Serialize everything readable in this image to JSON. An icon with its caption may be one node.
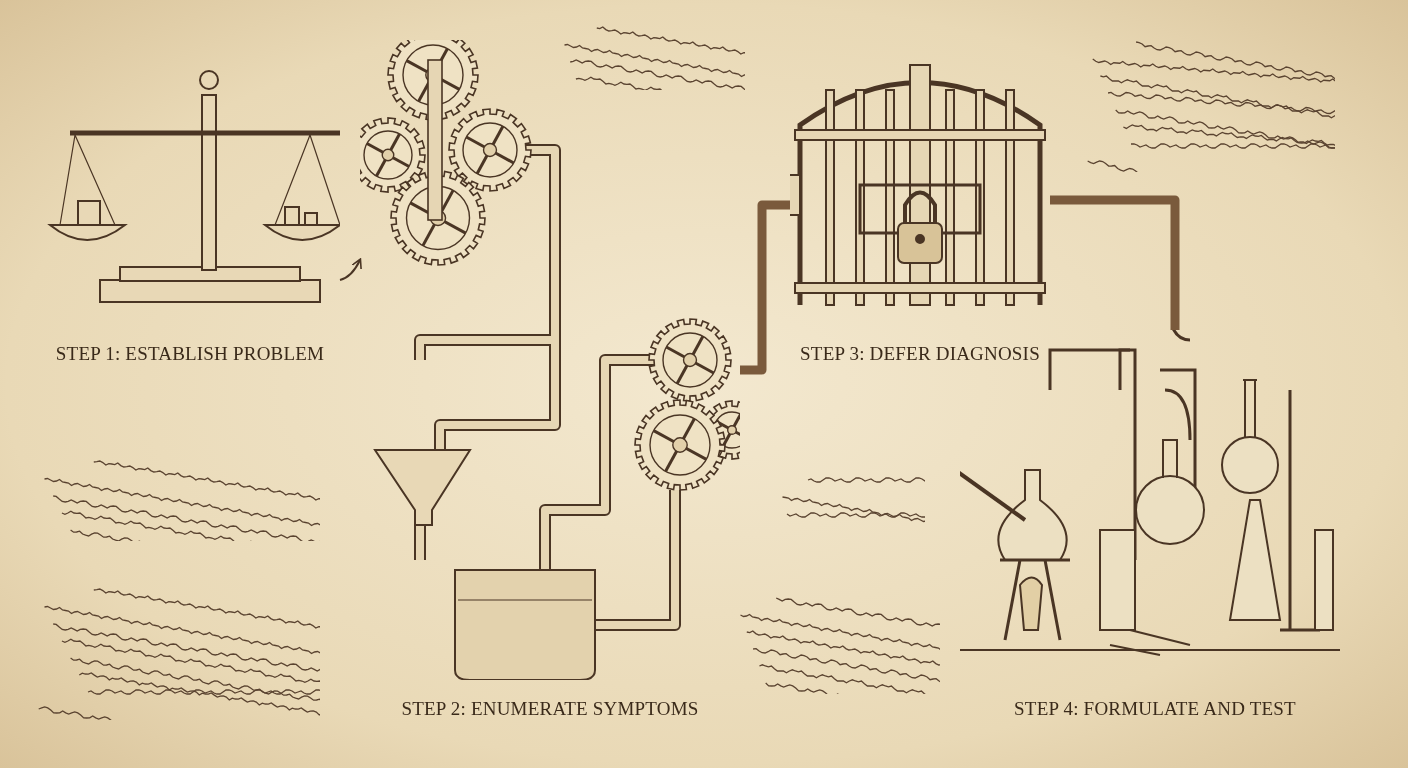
{
  "diagram": {
    "nodes": [
      {
        "text": [
          "STEP 1: ESTABLISH PROBLEM"
        ]
      },
      {
        "text": [
          "STEP 2: ENUMERATE SYMPTOMS"
        ]
      },
      {
        "text": [
          "STEP 3: DEFER DIAGNOSIS"
        ]
      },
      {
        "text": [
          "STEP 4: FORMULATE AND TEST"
        ]
      }
    ],
    "edges": [
      {
        "from": 0,
        "to": 1,
        "arrow": "to"
      },
      {
        "from": 1,
        "to": 2,
        "arrow": "none"
      },
      {
        "from": 2,
        "to": 3,
        "arrow": "none"
      }
    ]
  }
}
